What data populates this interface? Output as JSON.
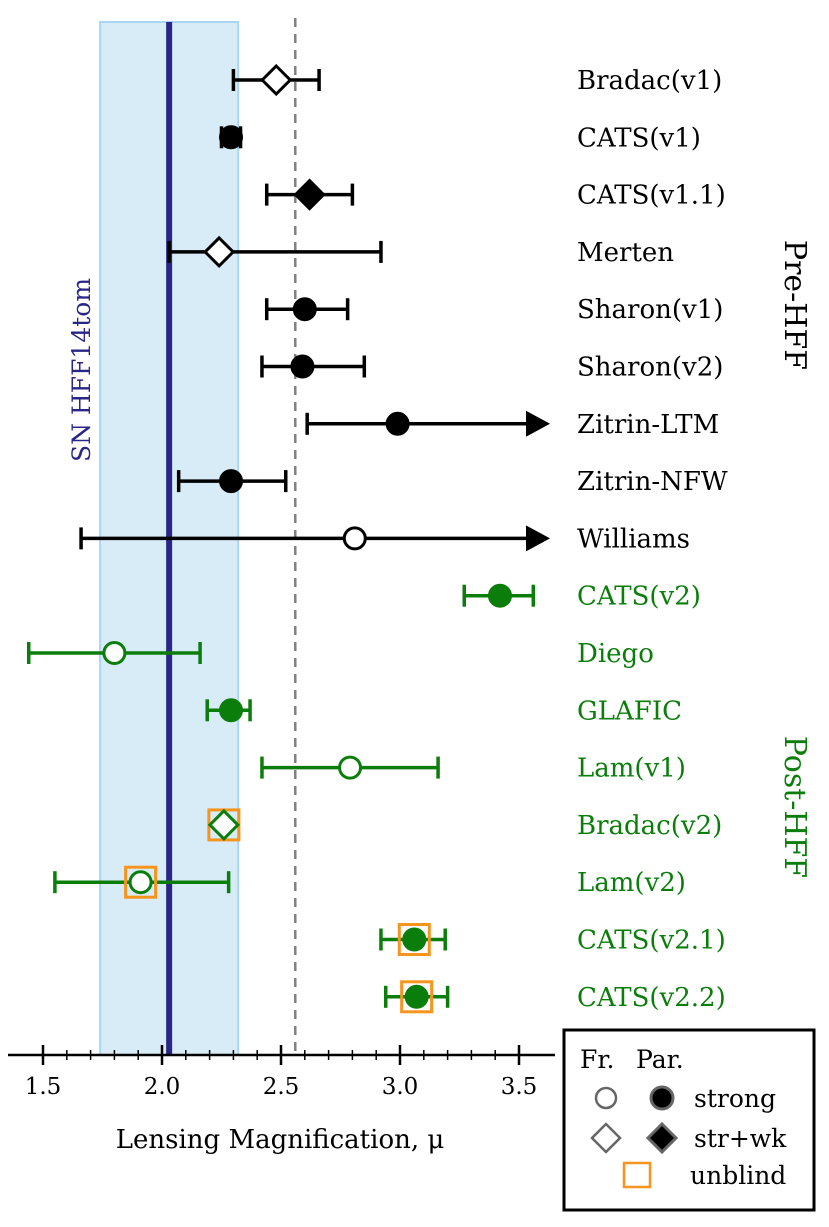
{
  "chart_data": {
    "type": "scatter",
    "xlabel": "Lensing Magnification, μ",
    "xlim": [
      1.36,
      3.65
    ],
    "xticks": [
      "1.5",
      "2.0",
      "2.5",
      "3.0",
      "3.5"
    ],
    "grid": false,
    "reference": {
      "label": "SN HFF14tom",
      "value": 2.03,
      "band": [
        1.74,
        2.32
      ],
      "line_color": "#2a2686",
      "band_color": "#d8ecf8",
      "band_edge_color": "#a9d6f5"
    },
    "reference_dashed_x": 2.56,
    "group_labels": {
      "pre": "Pre-HFF",
      "post": "Post-HFF"
    },
    "colors": {
      "pre": "#000000",
      "post": "#0a7d0a",
      "unblind": "#f7941d",
      "legend_gray": "#666666"
    },
    "models": [
      {
        "name": "Bradac(v1)",
        "group": "pre",
        "value": 2.48,
        "low": 2.3,
        "high": 2.66,
        "marker": "diamond",
        "fill": "open",
        "unblind": false,
        "lower_limit": false
      },
      {
        "name": "CATS(v1)",
        "group": "pre",
        "value": 2.29,
        "low": 2.25,
        "high": 2.33,
        "marker": "circle",
        "fill": "filled",
        "unblind": false,
        "lower_limit": false
      },
      {
        "name": "CATS(v1.1)",
        "group": "pre",
        "value": 2.62,
        "low": 2.44,
        "high": 2.8,
        "marker": "diamond",
        "fill": "filled",
        "unblind": false,
        "lower_limit": false
      },
      {
        "name": "Merten",
        "group": "pre",
        "value": 2.24,
        "low": 2.03,
        "high": 2.92,
        "marker": "diamond",
        "fill": "open",
        "unblind": false,
        "lower_limit": false
      },
      {
        "name": "Sharon(v1)",
        "group": "pre",
        "value": 2.6,
        "low": 2.44,
        "high": 2.78,
        "marker": "circle",
        "fill": "filled",
        "unblind": false,
        "lower_limit": false
      },
      {
        "name": "Sharon(v2)",
        "group": "pre",
        "value": 2.59,
        "low": 2.42,
        "high": 2.85,
        "marker": "circle",
        "fill": "filled",
        "unblind": false,
        "lower_limit": false
      },
      {
        "name": "Zitrin-LTM",
        "group": "pre",
        "value": 2.99,
        "low": 2.61,
        "high": null,
        "marker": "circle",
        "fill": "filled",
        "unblind": false,
        "lower_limit": true
      },
      {
        "name": "Zitrin-NFW",
        "group": "pre",
        "value": 2.29,
        "low": 2.07,
        "high": 2.52,
        "marker": "circle",
        "fill": "filled",
        "unblind": false,
        "lower_limit": false
      },
      {
        "name": "Williams",
        "group": "pre",
        "value": 2.81,
        "low": 1.66,
        "high": null,
        "marker": "circle",
        "fill": "open",
        "unblind": false,
        "lower_limit": true
      },
      {
        "name": "CATS(v2)",
        "group": "post",
        "value": 3.42,
        "low": 3.27,
        "high": 3.56,
        "marker": "circle",
        "fill": "filled",
        "unblind": false,
        "lower_limit": false
      },
      {
        "name": "Diego",
        "group": "post",
        "value": 1.8,
        "low": 1.44,
        "high": 2.16,
        "marker": "circle",
        "fill": "open",
        "unblind": false,
        "lower_limit": false
      },
      {
        "name": "GLAFIC",
        "group": "post",
        "value": 2.29,
        "low": 2.19,
        "high": 2.37,
        "marker": "circle",
        "fill": "filled",
        "unblind": false,
        "lower_limit": false
      },
      {
        "name": "Lam(v1)",
        "group": "post",
        "value": 2.79,
        "low": 2.42,
        "high": 3.16,
        "marker": "circle",
        "fill": "open",
        "unblind": false,
        "lower_limit": false
      },
      {
        "name": "Bradac(v2)",
        "group": "post",
        "value": 2.26,
        "low": 2.26,
        "high": 2.26,
        "marker": "diamond",
        "fill": "open",
        "unblind": true,
        "lower_limit": false
      },
      {
        "name": "Lam(v2)",
        "group": "post",
        "value": 1.91,
        "low": 1.55,
        "high": 2.28,
        "marker": "circle",
        "fill": "open",
        "unblind": true,
        "lower_limit": false
      },
      {
        "name": "CATS(v2.1)",
        "group": "post",
        "value": 3.06,
        "low": 2.92,
        "high": 3.19,
        "marker": "circle",
        "fill": "filled",
        "unblind": true,
        "lower_limit": false
      },
      {
        "name": "CATS(v2.2)",
        "group": "post",
        "value": 3.07,
        "low": 2.94,
        "high": 3.2,
        "marker": "circle",
        "fill": "filled",
        "unblind": true,
        "lower_limit": false
      }
    ],
    "legend": {
      "header_free": "Fr.",
      "header_param": "Par.",
      "strong": "strong",
      "strwk": "str+wk",
      "unblind": "unblind",
      "placement": "bottom-right"
    }
  }
}
